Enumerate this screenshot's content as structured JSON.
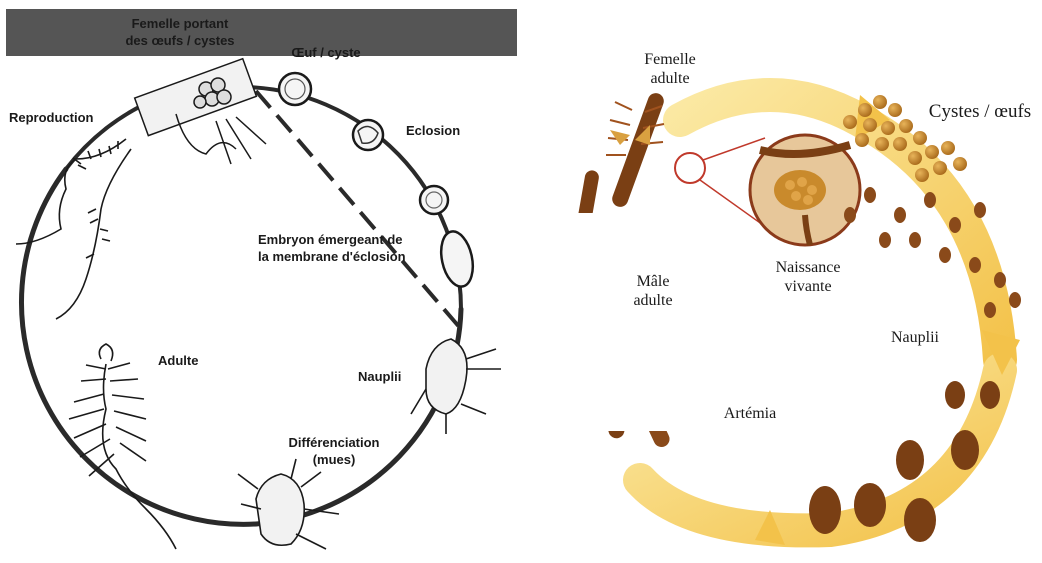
{
  "left": {
    "title_line1": "Femelle portant",
    "title_line2": "des œufs / cystes",
    "egg_cyst": "Œuf / cyste",
    "hatching": "Eclosion",
    "embryo_line1": "Embryon émergeant de",
    "embryo_line2": "la membrane d'éclosion",
    "nauplii": "Nauplii",
    "differentiation_line1": "Différenciation",
    "differentiation_line2": "(mues)",
    "adult": "Adulte",
    "reproduction": "Reproduction"
  },
  "right": {
    "female_line1": "Femelle",
    "female_line2": "adulte",
    "cysts": "Cystes / œufs",
    "live_birth_line1": "Naissance",
    "live_birth_line2": "vivante",
    "male_line1": "Mâle",
    "male_line2": "adulte",
    "nauplii": "Nauplii",
    "artemia": "Artémia"
  },
  "colors": {
    "header": "#555555",
    "arrow_yellow": "#f3c24a",
    "body_brown": "#7a3f14",
    "cyst_gold": "#c98a2c",
    "magnifier_red": "#c0392b"
  }
}
